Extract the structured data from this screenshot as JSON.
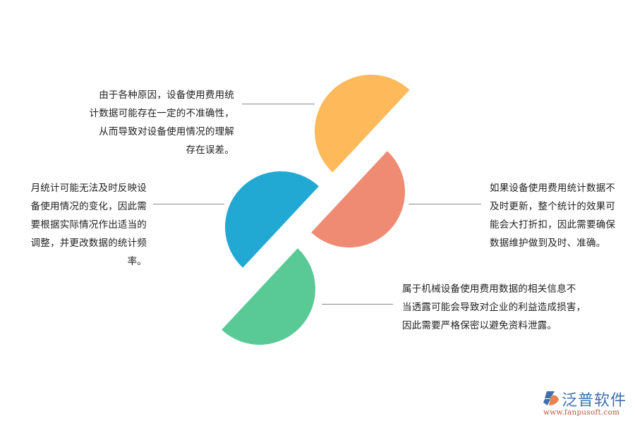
{
  "diagram": {
    "colors": {
      "orange": "#FDB95A",
      "salmon": "#EF8A73",
      "blue": "#22A9D3",
      "green": "#59C995",
      "connector": "#8a8a8a",
      "text": "#222222"
    },
    "segments": [
      {
        "name": "orange-half-disc",
        "color": "#FDB95A"
      },
      {
        "name": "salmon-half-disc",
        "color": "#EF8A73"
      },
      {
        "name": "blue-half-disc",
        "color": "#22A9D3"
      },
      {
        "name": "green-half-disc",
        "color": "#59C995"
      }
    ],
    "notes": {
      "top_left": {
        "lines": [
          "由于各种原因，设备使用费用统",
          "计数据可能存在一定的不准确性，",
          "从而导致对设备使用情况的理解",
          "存在误差。"
        ]
      },
      "left": {
        "lines": [
          "月统计可能无法及时反映设",
          "备使用情况的变化，因此需",
          "要根据实际情况作出适当的",
          "调整，并更改数据的统计频",
          "率。"
        ]
      },
      "right": {
        "lines": [
          "如果设备使用费用统计数据不",
          "及时更新，整个统计的效果可",
          "能会大打折扣，因此需要确保",
          "数据维护做到及时、准确。"
        ]
      },
      "bottom_right": {
        "lines": [
          "属于机械设备使用费用数据的相关信息不",
          "当透露可能会导致对企业的利益造成损害，",
          "因此需要严格保密以避免资料泄露。"
        ]
      }
    }
  },
  "logo": {
    "name": "泛普软件",
    "url": "www.fanpusoft.com",
    "icon": "fanpu-logo-icon"
  }
}
